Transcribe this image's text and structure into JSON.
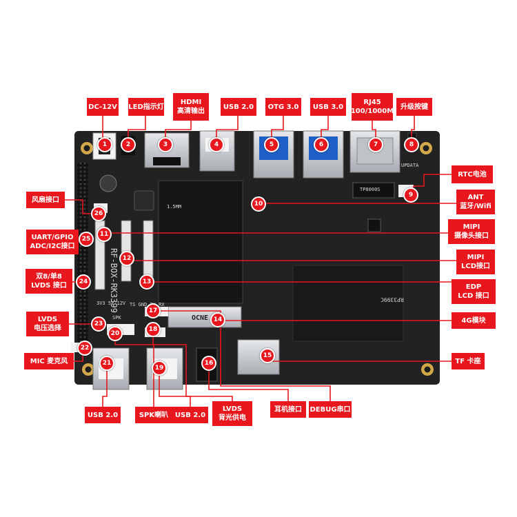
{
  "colors": {
    "accent": "#e8171d",
    "board": "#1e1e1e",
    "metal": "#c9ccd1",
    "usb3_blue": "#1f5fc8"
  },
  "board_silkscreen": {
    "model": "RF-BOX-RK3399",
    "chip_marking": "RP3399C",
    "wifi_module": "OCNE",
    "transformer": "TP8000S",
    "update_label": "UPDATA",
    "antenna_label": "1.5MM",
    "header_labels": "3V3 5V 12V",
    "uart_labels": "TS GND TX RX",
    "spk_label": "SPK"
  },
  "callouts": [
    {
      "num": "1",
      "lines": [
        "DC-12V"
      ]
    },
    {
      "num": "2",
      "lines": [
        "LED指示灯"
      ]
    },
    {
      "num": "3",
      "lines": [
        "HDMI",
        "高清输出"
      ]
    },
    {
      "num": "4",
      "lines": [
        "USB 2.0"
      ]
    },
    {
      "num": "5",
      "lines": [
        "OTG 3.0"
      ]
    },
    {
      "num": "6",
      "lines": [
        "USB 3.0"
      ]
    },
    {
      "num": "7",
      "lines": [
        "RJ45",
        "100/1000M"
      ]
    },
    {
      "num": "8",
      "lines": [
        "升级按键"
      ]
    },
    {
      "num": "9",
      "lines": [
        "RTC电池"
      ]
    },
    {
      "num": "10",
      "lines": [
        "ANT",
        "蓝牙/Wifi"
      ]
    },
    {
      "num": "11",
      "lines": [
        "MIPI",
        "摄像头接口"
      ]
    },
    {
      "num": "12",
      "lines": [
        "MIPI",
        "LCD接口"
      ]
    },
    {
      "num": "13",
      "lines": [
        "EDP",
        "LCD 接口"
      ]
    },
    {
      "num": "14",
      "lines": [
        "4G模块"
      ]
    },
    {
      "num": "15",
      "lines": [
        "TF 卡座"
      ]
    },
    {
      "num": "16",
      "lines": [
        "耳机接口"
      ]
    },
    {
      "num": "17",
      "lines": [
        "DEBUG串口"
      ]
    },
    {
      "num": "18",
      "lines": [
        "LVDS",
        "背光供电"
      ]
    },
    {
      "num": "19",
      "lines": [
        "USB 2.0"
      ]
    },
    {
      "num": "20",
      "lines": [
        "SPK喇叭"
      ]
    },
    {
      "num": "21",
      "lines": [
        "USB 2.0"
      ]
    },
    {
      "num": "22",
      "lines": [
        "MIC 麦克风"
      ]
    },
    {
      "num": "23",
      "lines": [
        "LVDS",
        "电压选择"
      ]
    },
    {
      "num": "24",
      "lines": [
        "双8/单8",
        "LVDS 接口"
      ]
    },
    {
      "num": "25",
      "lines": [
        "UART/GPIO",
        "ADC/I2C接口"
      ]
    },
    {
      "num": "26",
      "lines": [
        "风扇接口"
      ]
    }
  ]
}
